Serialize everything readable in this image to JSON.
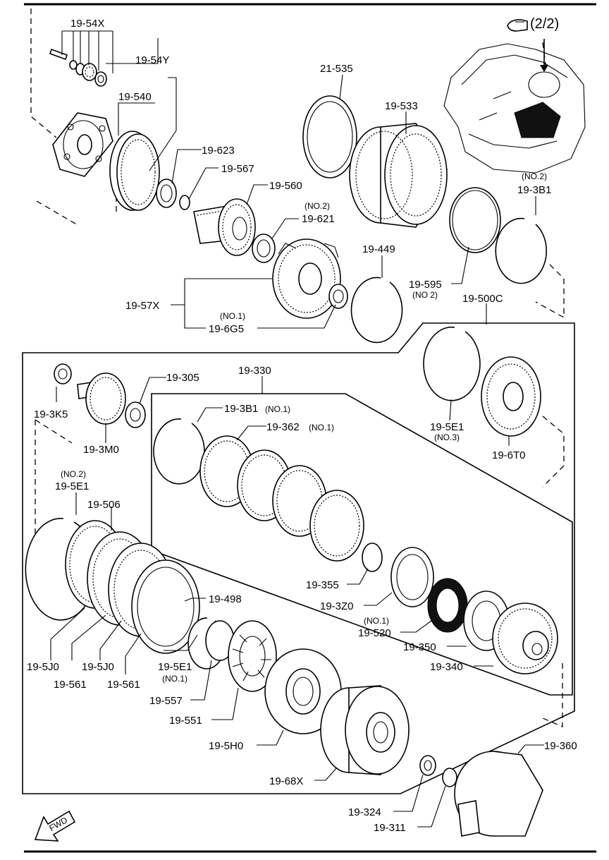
{
  "reference": {
    "page_ref": "(2/2)",
    "icon": "hand-pointer-icon"
  },
  "direction": {
    "label": "FWD",
    "icon": "arrow-icon"
  },
  "labels": {
    "l_1954X": "19-54X",
    "l_1954Y": "19-54Y",
    "l_19540": "19-540",
    "l_19623": "19-623",
    "l_19567": "19-567",
    "l_19560": "19-560",
    "l_19621_no": "(NO.2)",
    "l_19621": "19-621",
    "l_21535": "21-535",
    "l_19533": "19-533",
    "l_193B1_no": "(NO.2)",
    "l_193B1_top": "19-3B1",
    "l_19449": "19-449",
    "l_19595": "19-595",
    "l_19595_no": "(NO 2)",
    "l_1957X": "19-57X",
    "l_196G5_no": "(NO.1)",
    "l_196G5": "19-6G5",
    "l_19500C": "19-500C",
    "l_193K5": "19-3K5",
    "l_19305": "19-305",
    "l_193M0": "19-3M0",
    "l_19330": "19-330",
    "l_193B1": "19-3B1",
    "l_193B1_no1": "(NO.1)",
    "l_19362": "19-362",
    "l_19362_no": "(NO.1)",
    "l_195E1_b": "19-5E1",
    "l_195E1_b_no": "(NO.3)",
    "l_196T0": "19-6T0",
    "l_195E1_a_no": "(NO.2)",
    "l_195E1_a": "19-5E1",
    "l_19506": "19-506",
    "l_19355": "19-355",
    "l_193Z0": "19-3Z0",
    "l_19520_no": "(NO.1)",
    "l_19520": "19-520",
    "l_19350": "19-350",
    "l_19340": "19-340",
    "l_19498": "19-498",
    "l_195J0_a": "19-5J0",
    "l_195J0_b": "19-5J0",
    "l_19561_a": "19-561",
    "l_19561_b": "19-561",
    "l_195E1_c": "19-5E1",
    "l_195E1_c_no": "(NO.1)",
    "l_19557": "19-557",
    "l_19551": "19-551",
    "l_195H0": "19-5H0",
    "l_1968X": "19-68X",
    "l_19360": "19-360",
    "l_19324": "19-324",
    "l_19311": "19-311"
  }
}
